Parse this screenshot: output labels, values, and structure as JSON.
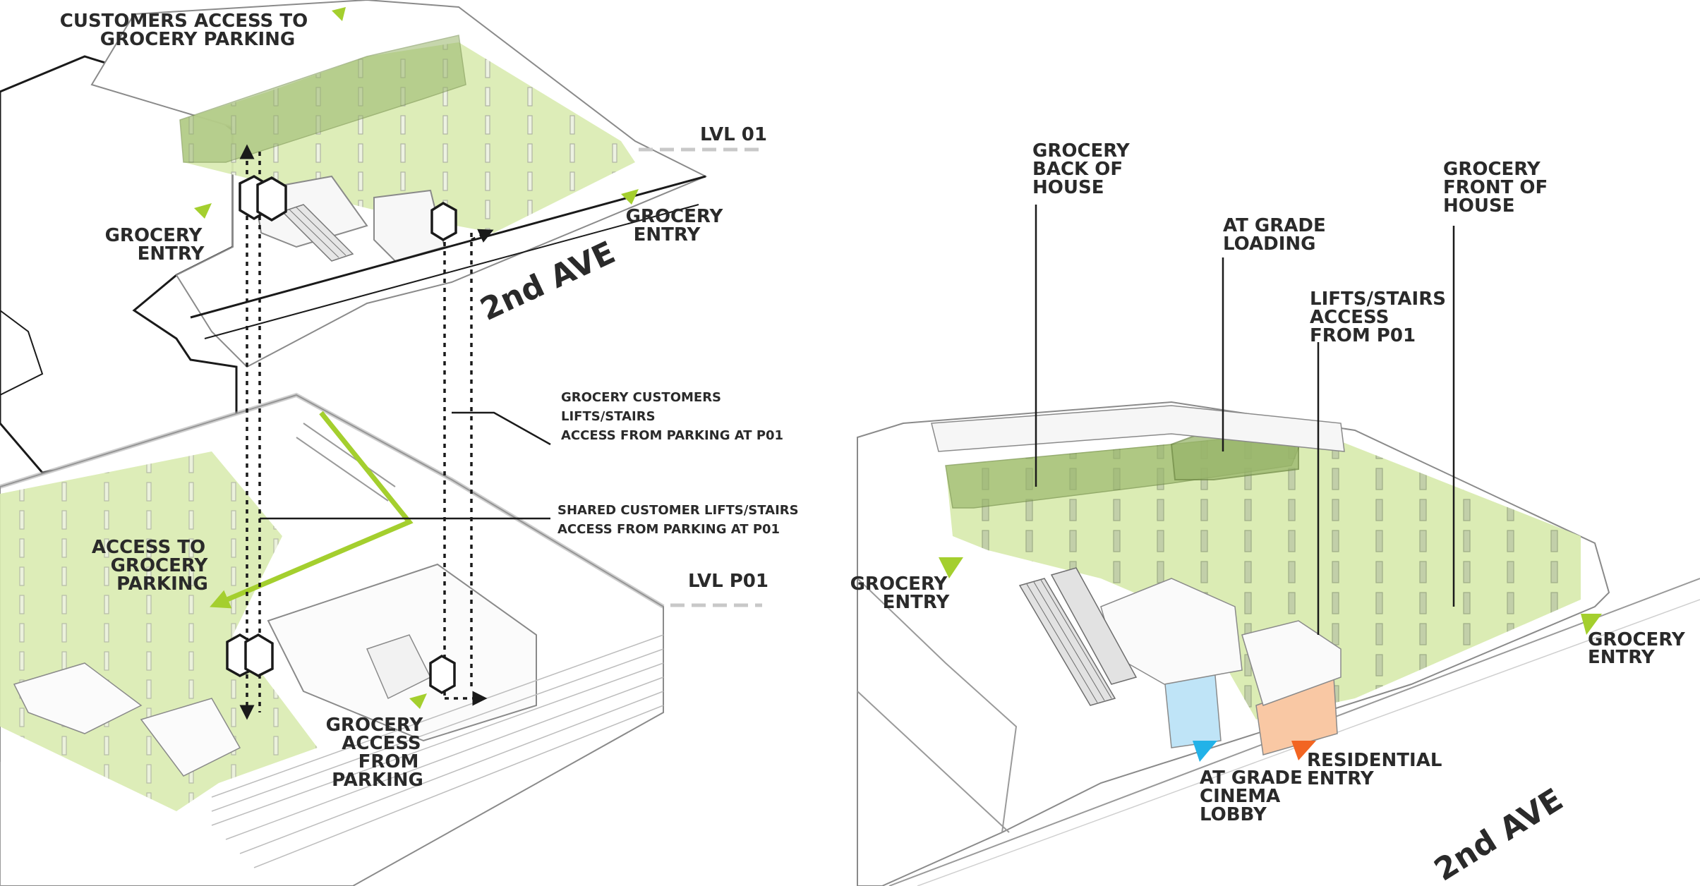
{
  "colors": {
    "green_fill": "#d9ebb0",
    "green_dark": "#98b56a",
    "accent_green": "#a4cf2e",
    "accent_blue": "#22b2e8",
    "accent_orange": "#f26522",
    "blue_fill": "#bfe4f7",
    "orange_fill": "#f9c8a4",
    "ink": "#2a2a2a",
    "lines": "#9a9a9a"
  },
  "left": {
    "top_label_1": "CUSTOMERS ACCESS TO",
    "top_label_2": "GROCERY PARKING",
    "lvl_01": "LVL 01",
    "lvl_p01": "LVL P01",
    "grocery_entry_left_1": "GROCERY",
    "grocery_entry_left_2": "ENTRY",
    "grocery_entry_right_1": "GROCERY",
    "grocery_entry_right_2": "ENTRY",
    "street": "2nd AVE",
    "callout_customers_1": "GROCERY CUSTOMERS",
    "callout_customers_2": "LIFTS/STAIRS",
    "callout_customers_3": "ACCESS FROM PARKING AT P01",
    "callout_shared_1": "SHARED CUSTOMER LIFTS/STAIRS",
    "callout_shared_2": "ACCESS FROM PARKING AT P01",
    "access_parking_1": "ACCESS TO",
    "access_parking_2": "GROCERY",
    "access_parking_3": "PARKING",
    "grocery_access_1": "GROCERY",
    "grocery_access_2": "ACCESS",
    "grocery_access_3": "FROM",
    "grocery_access_4": "PARKING"
  },
  "right": {
    "boh_1": "GROCERY",
    "boh_2": "BACK OF",
    "boh_3": "HOUSE",
    "loading_1": "AT GRADE",
    "loading_2": "LOADING",
    "lifts_1": "LIFTS/STAIRS",
    "lifts_2": "ACCESS",
    "lifts_3": "FROM P01",
    "foh_1": "GROCERY",
    "foh_2": "FRONT OF",
    "foh_3": "HOUSE",
    "entry_left_1": "GROCERY",
    "entry_left_2": "ENTRY",
    "entry_right_1": "GROCERY",
    "entry_right_2": "ENTRY",
    "cinema_1": "AT GRADE",
    "cinema_2": "CINEMA",
    "cinema_3": "LOBBY",
    "residential_1": "RESIDENTIAL",
    "residential_2": "ENTRY",
    "street": "2nd AVE"
  }
}
